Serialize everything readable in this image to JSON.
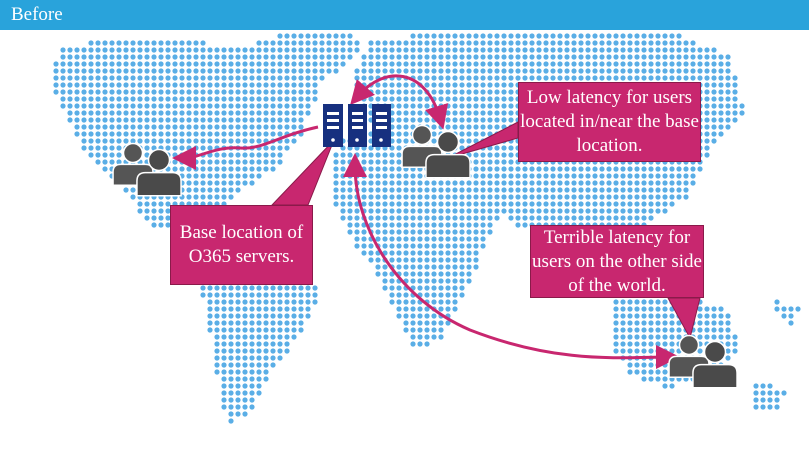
{
  "header": {
    "title": "Before"
  },
  "callouts": {
    "base_location": "Base location of O365 servers.",
    "low_latency": "Low latency for users located in/near the base location.",
    "terrible_latency": "Terrible latency for users on the other side of the world."
  },
  "colors": {
    "header": "#29a3db",
    "map_dots": "#5aaee6",
    "callout": "#c8276f",
    "arrow": "#c8276f",
    "server": "#17307f",
    "users": "#555555"
  },
  "icons": {
    "server": "server-rack-icon",
    "users": "user-group-icon"
  }
}
